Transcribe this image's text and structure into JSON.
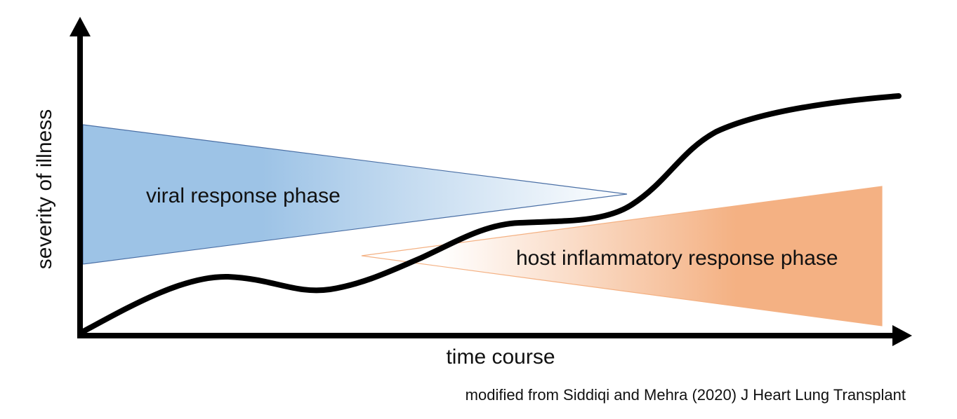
{
  "axes": {
    "x_label": "time course",
    "y_label": "severity of illness"
  },
  "phases": {
    "viral": {
      "label": "viral response phase",
      "color": "#9DC3E6",
      "edge_color": "#4A6FA5"
    },
    "host": {
      "label": "host inflammatory response phase",
      "color": "#F4B183",
      "edge_color": "#F4B183"
    }
  },
  "curve": {
    "color": "#000000"
  },
  "source_note": "modified from Siddiqi and Mehra (2020) J Heart Lung Transplant"
}
